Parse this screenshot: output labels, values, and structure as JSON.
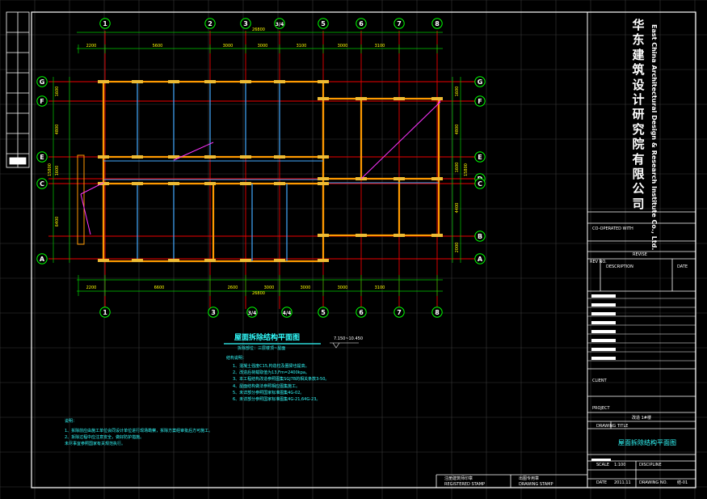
{
  "title_block": {
    "company_cn": "华东建筑设计研究院有限公司",
    "company_en": "East China Architectural Design & Research Institute Co., Ltd.",
    "cooperated_with": "CO-OPERATED WITH",
    "revise": "REVISE",
    "rev_no": "REV NO.",
    "description": "DESCRIPTION",
    "date_label": "DATE",
    "client": "CLIENT",
    "project": "PROJECT",
    "drawing_title_label": "DRAWING TITLE",
    "drawing_title": "屋面拆除结构平面图",
    "discipline": "DISCIPLINE",
    "scale_label": "SCALE",
    "scale": "1:100",
    "date_val": "2011.11",
    "drawing_no_label": "DRAWING NO.",
    "drawing_no": "结-01",
    "project_sub": "改造 1#楼"
  },
  "plan": {
    "title": "屋面拆除结构平面图",
    "elevation": "7.150~10.450",
    "subtitle": "拆除部位：三层楼顶~屋面",
    "cols_top": [
      "1",
      "2",
      "3",
      "3/4",
      "5",
      "6",
      "7",
      "8"
    ],
    "cols_bottom": [
      "1",
      "3",
      "3/4",
      "4/4",
      "5",
      "6",
      "7",
      "8"
    ],
    "rows": [
      "G",
      "F",
      "E",
      "C",
      "A"
    ],
    "rows_right": [
      "G",
      "F",
      "E",
      "D",
      "C",
      "B",
      "A"
    ],
    "dims_top": [
      "2200",
      "5600",
      "3000",
      "3000",
      "3100",
      "3000",
      "3100"
    ],
    "dims_top_total": "26800",
    "dims_bottom": [
      "2200",
      "6600",
      "2600",
      "3000",
      "3000",
      "3000",
      "3100"
    ],
    "dims_bottom_total": "26800",
    "dims_left": [
      "1600",
      "4800",
      "1600",
      "6400"
    ],
    "dims_left_total": "15800",
    "dims_right": [
      "1600",
      "4800",
      "1600",
      "4400",
      "2000"
    ],
    "dims_right_total": "15800"
  },
  "notes": {
    "heading": "结构说明：",
    "items": [
      "1、混凝土强度C15,构造柱及圈梁也提高。",
      "2、改造后荷载取值为13,Fm=2400kpa。",
      "3、本工程结构改造参照图集SGJ78的相关条款3-50。",
      "4、屋面结构做法参照相应图集施工。",
      "5、未详部分参照国家标准图集4G-02。",
      "6、未详部分参照国家标准图集4G-21,64G-23。"
    ]
  },
  "notes2": {
    "heading": "说明：",
    "items": [
      "1、拆除前应由施工单位会同设计单位进行现场勘察，拆除方案经审批后方可施工。",
      "2、拆除过程中应注意安全，做好防护措施。",
      "  未尽事宜参照国家有关规范执行。"
    ]
  },
  "stamps": {
    "stamp1": "注册建筑师印章",
    "stamp1_en": "REGISTERED STAMP",
    "stamp2": "出图专用章",
    "stamp2_en": "DRAWING STAMP"
  }
}
